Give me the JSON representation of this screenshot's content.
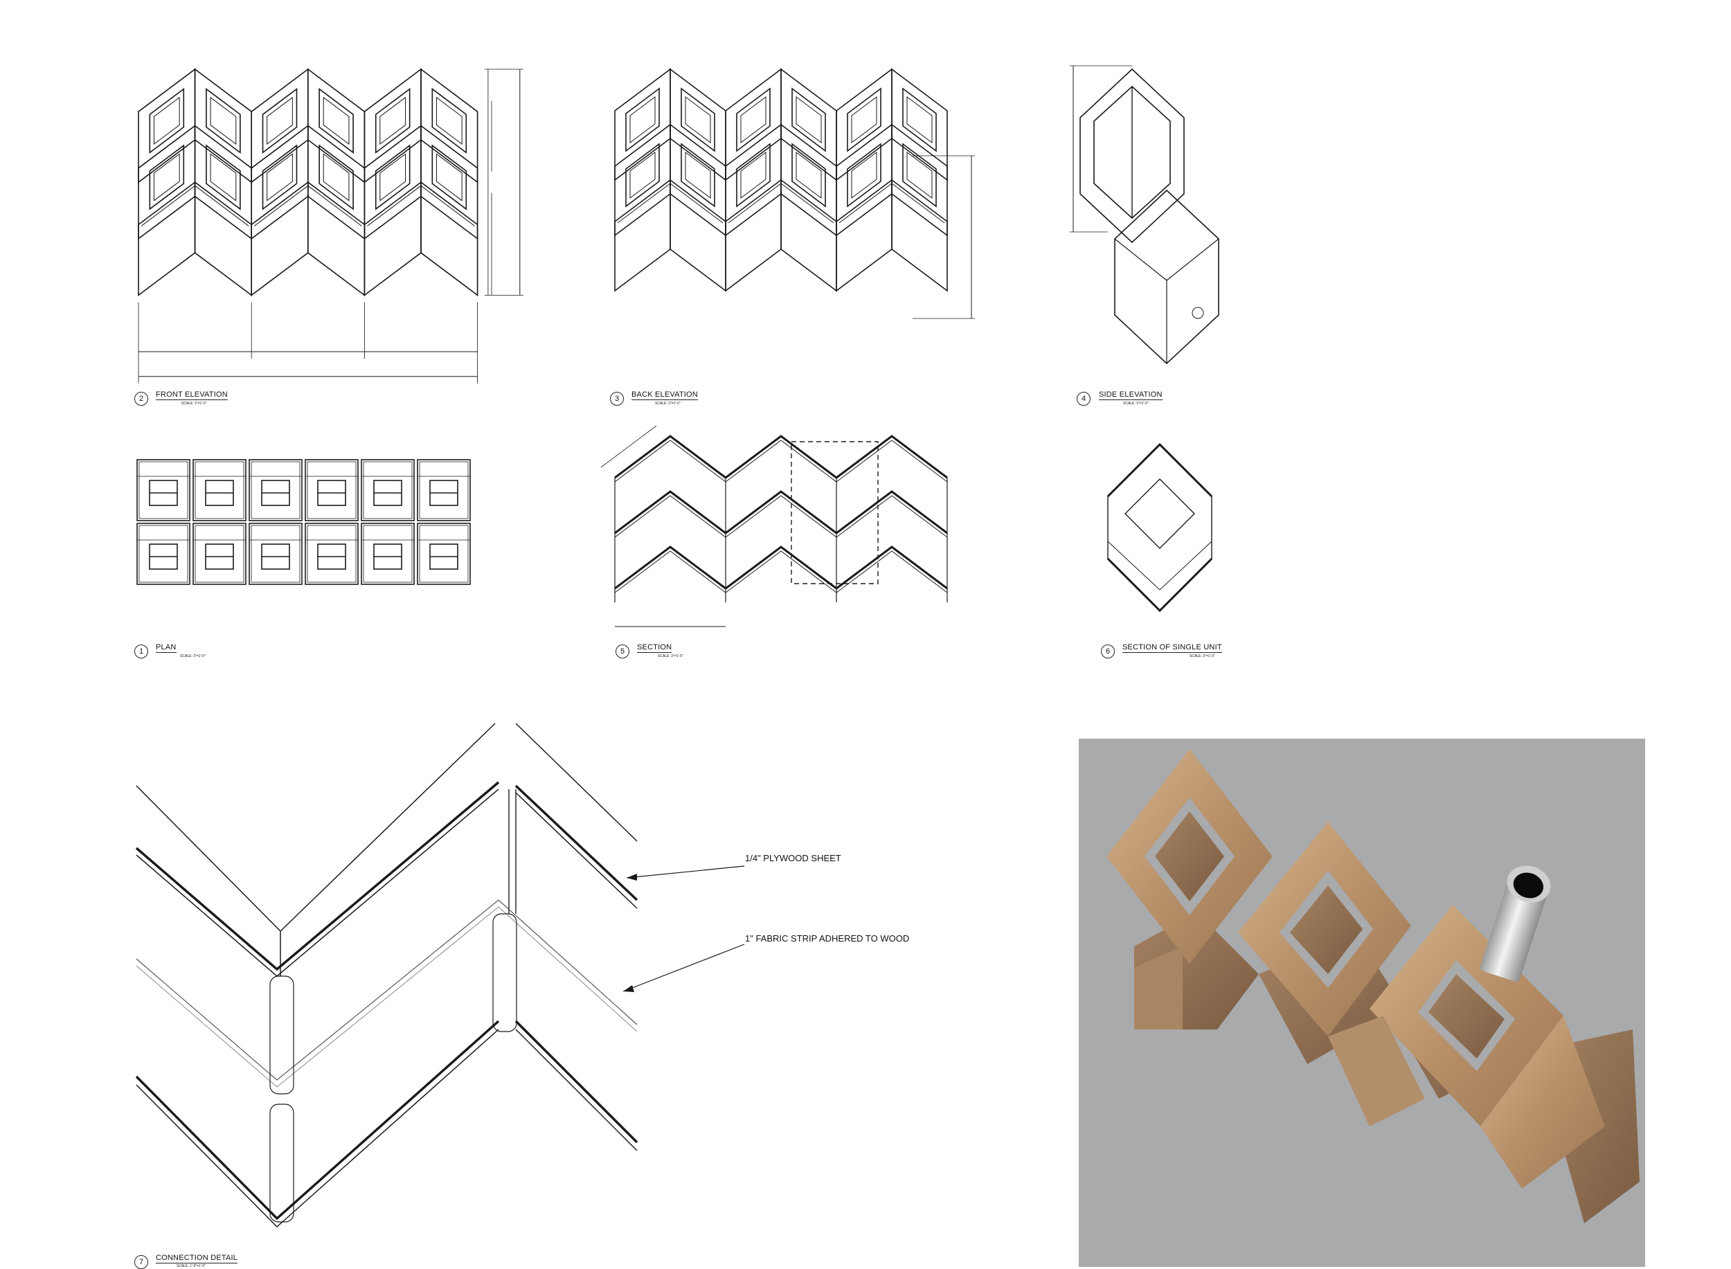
{
  "views": [
    {
      "number": "2",
      "title": "FRONT ELEVATION",
      "scale": "SCALE: 3\"=1'-0\""
    },
    {
      "number": "3",
      "title": "BACK ELEVATION",
      "scale": "SCALE: 3\"=1'-0\""
    },
    {
      "number": "4",
      "title": "SIDE ELEVATION",
      "scale": "SCALE: 3\"=1'-0\""
    },
    {
      "number": "1",
      "title": "PLAN",
      "scale": "SCALE: 3\"=1'-0\""
    },
    {
      "number": "5",
      "title": "SECTION",
      "scale": "SCALE: 3\"=1'-0\""
    },
    {
      "number": "6",
      "title": "SECTION OF SINGLE UNIT",
      "scale": "SCALE: 3\"=1'-0\""
    },
    {
      "number": "7",
      "title": "CONNECTION DETAIL",
      "scale": "SCALE: 1'-0\"=1'-0\""
    }
  ],
  "callouts": {
    "plywood": "1/4\" PLYWOOD SHEET",
    "fabric": "1\" FABRIC STRIP ADHERED TO WOOD"
  },
  "colors": {
    "line": "#1a1a1a",
    "render_bg": "#a9aaac",
    "wood_light": "#c9a27a",
    "wood_dark": "#8a6a4c",
    "steel": "#d8d8d8"
  }
}
